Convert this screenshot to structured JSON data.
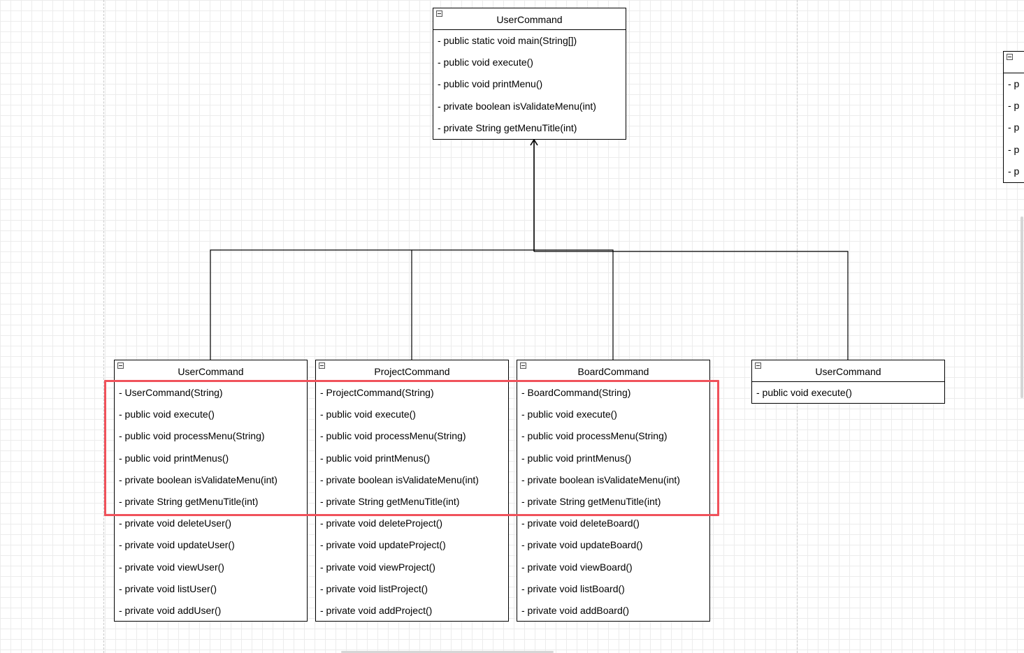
{
  "diagram": {
    "parent": {
      "title": "UserCommand",
      "members": [
        "- public static void main(String[])",
        "- public void execute()",
        "- public void printMenu()",
        "- private boolean isValidateMenu(int)",
        "- private String getMenuTitle(int)"
      ]
    },
    "user_command": {
      "title": "UserCommand",
      "members": [
        "- UserCommand(String)",
        "- public void execute()",
        "- public void processMenu(String)",
        "- public void printMenus()",
        "- private boolean isValidateMenu(int)",
        "- private String getMenuTitle(int)",
        "- private void deleteUser()",
        "- private void updateUser()",
        "- private void viewUser()",
        "- private void listUser()",
        "- private void addUser()"
      ]
    },
    "project_command": {
      "title": "ProjectCommand",
      "members": [
        "- ProjectCommand(String)",
        "- public void execute()",
        "- public void processMenu(String)",
        "- public void printMenus()",
        "- private boolean isValidateMenu(int)",
        "- private String getMenuTitle(int)",
        "- private void deleteProject()",
        "- private void updateProject()",
        "- private void viewProject()",
        "- private void listProject()",
        "- private void addProject()"
      ]
    },
    "board_command": {
      "title": "BoardCommand",
      "members": [
        "- BoardCommand(String)",
        "- public void execute()",
        "- public void processMenu(String)",
        "- public void printMenus()",
        "- private boolean isValidateMenu(int)",
        "- private String getMenuTitle(int)",
        "- private void deleteBoard()",
        "- private void updateBoard()",
        "- private void viewBoard()",
        "- private void listBoard()",
        "- private void addBoard()"
      ]
    },
    "small_command": {
      "title": "UserCommand",
      "members": [
        "- public void execute()"
      ]
    },
    "partial_right": {
      "members": [
        "- p",
        "- p",
        "- p",
        "- p",
        "- p"
      ]
    }
  },
  "colors": {
    "highlight": "#f0525b",
    "grid": "#ececec",
    "line": "#000000"
  }
}
